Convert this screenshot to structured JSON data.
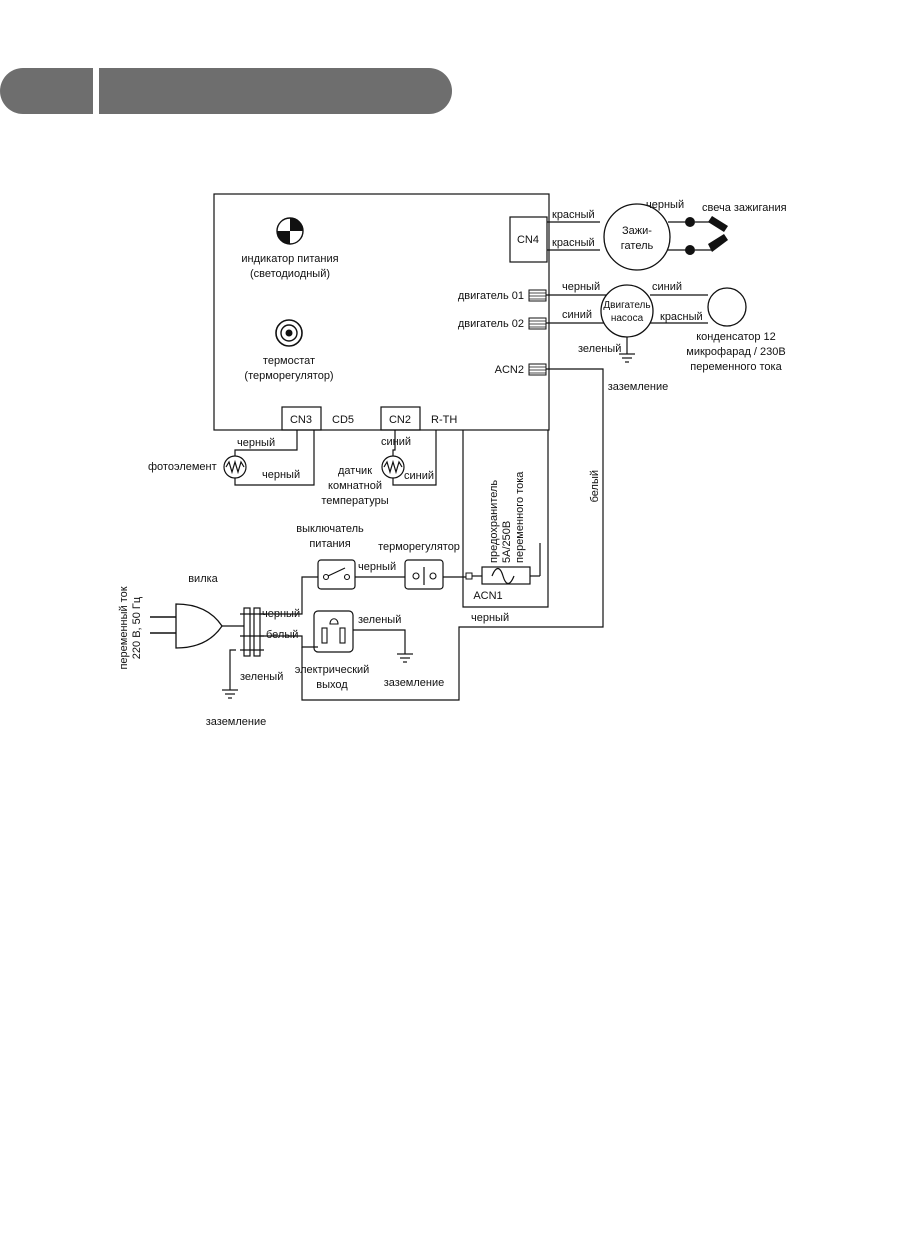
{
  "labels": {
    "indicator_1": "индикатор питания",
    "indicator_2": "(светодиодный)",
    "thermostat_1": "термостат",
    "thermostat_2": "(терморегулятор)",
    "cn4": "CN4",
    "cn3": "CN3",
    "cd5": "CD5",
    "cn2": "CN2",
    "rth": "R-TH",
    "red_1": "красный",
    "red_2": "красный",
    "black_top": "черный",
    "spark_plug": "свеча зажигания",
    "igniter_1": "Зажи-",
    "igniter_2": "гатель",
    "motor01": "двигатель 01",
    "motor02": "двигатель 02",
    "black_motor": "черный",
    "blue_motor": "синий",
    "blue_right": "синий",
    "red_right": "красный",
    "pump_1": "Двигатель",
    "pump_2": "насоса",
    "green_pump": "зеленый",
    "ground_pump": "заземление",
    "capacitor_1": "конденсатор 12",
    "capacitor_2": "микрофарад / 230В",
    "capacitor_3": "переменного тока",
    "acn2": "ACN2",
    "white_right": "белый",
    "black_cn3": "черный",
    "photo": "фотоэлемент",
    "black_photo": "черный",
    "blue_cn2": "синий",
    "blue_sensor": "синий",
    "sensor_1": "датчик",
    "sensor_2": "комнатной",
    "sensor_3": "температуры",
    "fuse_1": "предохранитель",
    "fuse_2": "5А/250В",
    "fuse_3": "переменного тока",
    "acn1": "ACN1",
    "switch_1": "выключатель",
    "switch_2": "питания",
    "thermoreg": "терморегулятор",
    "black_switch": "черный",
    "plug": "вилка",
    "ac_1": "переменный ток",
    "ac_2": "220 В, 50 Гц",
    "black_plug": "черный",
    "white_plug": "белый",
    "green_plug": "зеленый",
    "ground_plug": "заземление",
    "green_outlet": "зеленый",
    "ground_outlet": "заземление",
    "outlet_1": "электрический",
    "outlet_2": "выход",
    "black_bottom": "черный"
  }
}
